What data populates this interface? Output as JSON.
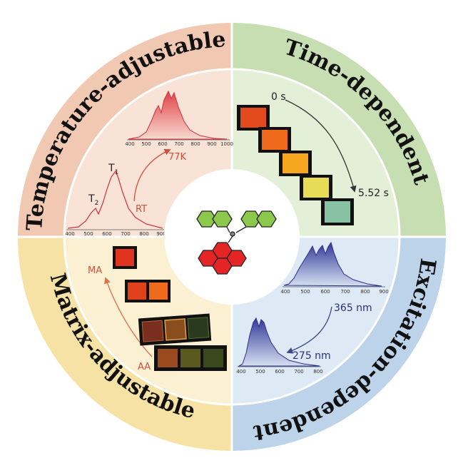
{
  "quadrants": {
    "temperature": {
      "title": "Temperature-adjustable",
      "t1": "T",
      "t1_sub": "1",
      "t2": "T",
      "t2_sub": "2",
      "rt": "RT",
      "low_temp": "77K",
      "upper_ticks": [
        "400",
        "500",
        "600",
        "700",
        "800",
        "900",
        "1000"
      ],
      "lower_ticks": [
        "400",
        "500",
        "600",
        "700",
        "800",
        "900"
      ]
    },
    "time": {
      "title": "Time-dependent",
      "start": "0 s",
      "end": "5.52 s"
    },
    "excitation": {
      "title": "Excitation-dependent",
      "high_label": "365 nm",
      "low_label": "275 nm",
      "upper_ticks": [
        "400",
        "500",
        "600",
        "700",
        "800",
        "900"
      ],
      "lower_ticks": [
        "400",
        "500",
        "600",
        "700",
        "800"
      ]
    },
    "matrix": {
      "title": "Matrix-adjustable",
      "top_label": "MA",
      "bottom_label": "AA"
    }
  },
  "colors": {
    "temperature_bg": "#f1c9b2",
    "time_bg": "#c7deb2",
    "excitation_bg": "#bcd3ea",
    "matrix_bg": "#f6e2a4",
    "red_molecule": "#e52525",
    "green_molecule": "#8cc84b",
    "blue_spectrum": "#3a3d9c",
    "red_spectrum": "#e0303a"
  }
}
